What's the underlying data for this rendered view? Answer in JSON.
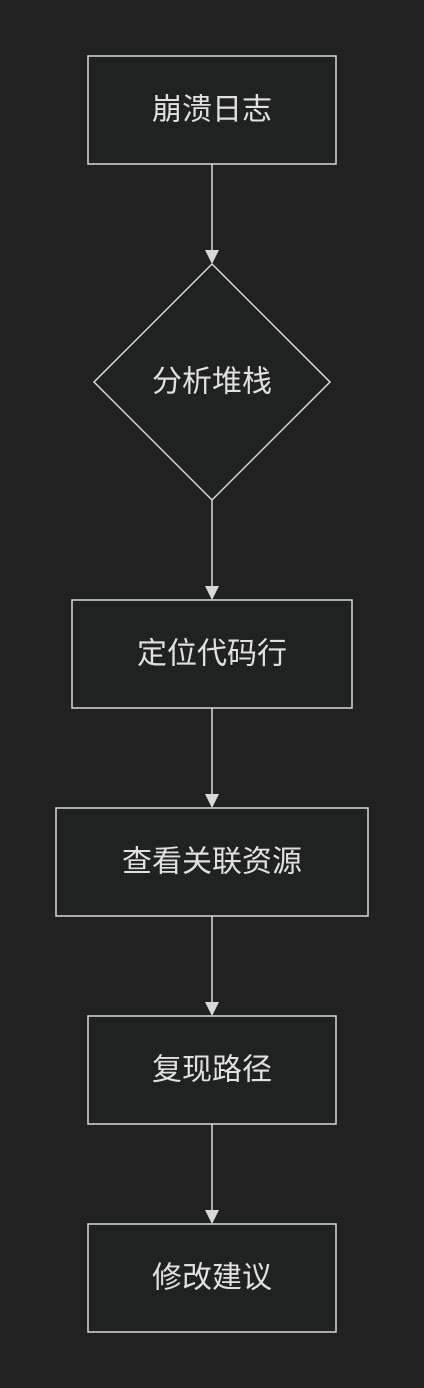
{
  "flowchart": {
    "colors": {
      "background": "#212121",
      "node_fill": "#202222",
      "stroke": "#d9d9d9",
      "text": "#e0e0e0"
    },
    "nodes": [
      {
        "id": "crash-log",
        "shape": "rect",
        "label": "崩溃日志"
      },
      {
        "id": "analyze-stack",
        "shape": "diamond",
        "label": "分析堆栈"
      },
      {
        "id": "locate-code-line",
        "shape": "rect",
        "label": "定位代码行"
      },
      {
        "id": "view-related-resources",
        "shape": "rect",
        "label": "查看关联资源"
      },
      {
        "id": "reproduce-path",
        "shape": "rect",
        "label": "复现路径"
      },
      {
        "id": "fix-suggestion",
        "shape": "rect",
        "label": "修改建议"
      }
    ],
    "edges": [
      {
        "from": "crash-log",
        "to": "analyze-stack"
      },
      {
        "from": "analyze-stack",
        "to": "locate-code-line"
      },
      {
        "from": "locate-code-line",
        "to": "view-related-resources"
      },
      {
        "from": "view-related-resources",
        "to": "reproduce-path"
      },
      {
        "from": "reproduce-path",
        "to": "fix-suggestion"
      }
    ]
  }
}
